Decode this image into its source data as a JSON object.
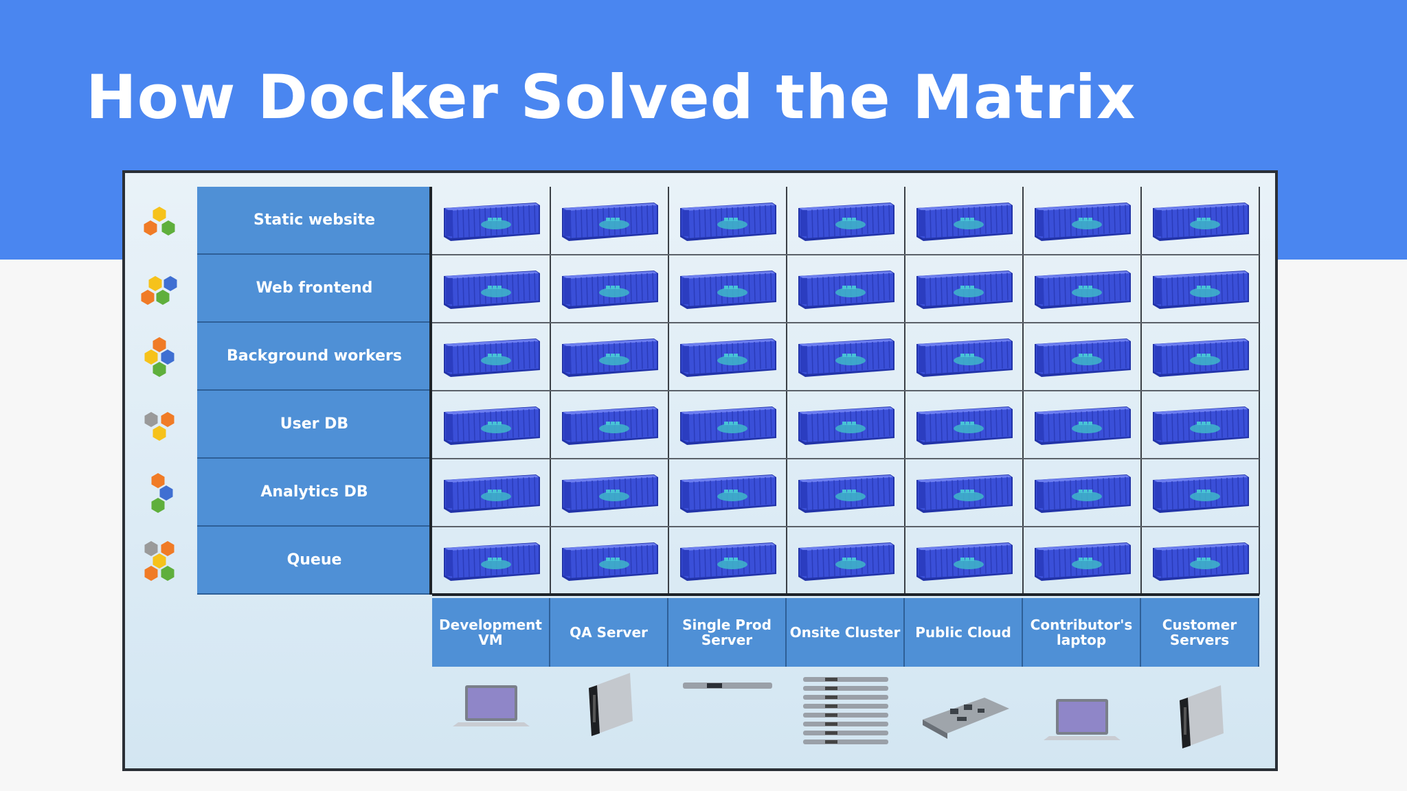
{
  "slide": {
    "title": "How Docker Solved the Matrix"
  },
  "matrix": {
    "rows": [
      {
        "label": "Static website",
        "icon": "hexagon-cluster-icon"
      },
      {
        "label": "Web frontend",
        "icon": "hexagon-cluster-icon"
      },
      {
        "label": "Background workers",
        "icon": "hexagon-cluster-icon"
      },
      {
        "label": "User DB",
        "icon": "hexagon-cluster-icon"
      },
      {
        "label": "Analytics  DB",
        "icon": "hexagon-cluster-icon"
      },
      {
        "label": "Queue",
        "icon": "hexagon-cluster-icon"
      }
    ],
    "columns": [
      {
        "label": "Development VM",
        "icon": "laptop-icon"
      },
      {
        "label": "QA  Server",
        "icon": "blade-server-icon"
      },
      {
        "label": "Single Prod Server",
        "icon": "rack-server-icon"
      },
      {
        "label": "Onsite Cluster",
        "icon": "server-stack-icon"
      },
      {
        "label": "Public Cloud",
        "icon": "motherboard-icon"
      },
      {
        "label": "Contributor's laptop",
        "icon": "laptop-icon"
      },
      {
        "label": "Customer Servers",
        "icon": "blade-server-icon"
      }
    ],
    "cell_icon": "docker-container-icon",
    "colors": {
      "banner": "#4a86f0",
      "header_blue": "#4f90d6",
      "container_blue": "#3a4fd8",
      "hex_orange": "#f07b26",
      "hex_yellow": "#f6c21b",
      "hex_green": "#5faf3c",
      "hex_blue": "#3f6fd2",
      "hex_gray": "#9a9a9a"
    }
  }
}
